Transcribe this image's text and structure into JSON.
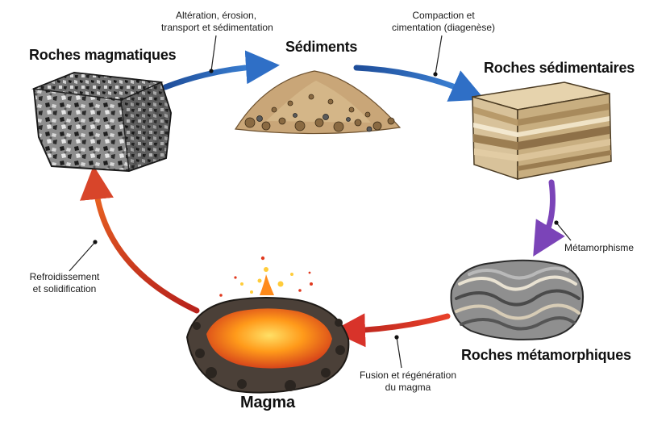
{
  "nodes": {
    "magmatic": {
      "label": "Roches magmatiques"
    },
    "sediments": {
      "label": "Sédiments"
    },
    "sedimentary": {
      "label": "Roches sédimentaires"
    },
    "metamorphic": {
      "label": "Roches métamorphiques"
    },
    "magma": {
      "label": "Magma"
    }
  },
  "processes": {
    "weathering": {
      "line1": "Altération, érosion,",
      "line2": "transport et sédimentation",
      "arrow_color": "#2f6fc6"
    },
    "compaction": {
      "line1": "Compaction et",
      "line2": "cimentation (diagenèse)",
      "arrow_color": "#2f6fc6"
    },
    "metamorphism": {
      "line1": "Métamorphisme",
      "arrow_color": "#7b44b8"
    },
    "fusion": {
      "line1": "Fusion et régénération",
      "line2": "du magma",
      "arrow_color": "#d8332a"
    },
    "cooling": {
      "line1": "Refroidissement",
      "line2": "et solidification",
      "arrow_color": "#d8452a"
    }
  }
}
